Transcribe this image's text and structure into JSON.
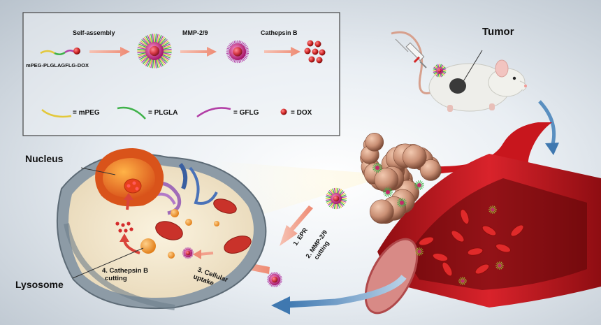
{
  "legend_box": {
    "steps": [
      "Self-assembly",
      "MMP-2/9",
      "Cathepsin B"
    ],
    "polymer_name": "mPEG-PLGLAGFLG-DOX",
    "key": [
      {
        "label": "= mPEG",
        "color": "#e3c83a"
      },
      {
        "label": "= PLGLA",
        "color": "#3fb24a"
      },
      {
        "label": "= GFLG",
        "color": "#b23fa6"
      },
      {
        "label": "= DOX",
        "color": "#d42a2a"
      }
    ]
  },
  "labels": {
    "tumor": "Tumor",
    "nucleus": "Nucleus",
    "lysosome": "Lysosome",
    "step1": "1. EPR",
    "step2_line1": "2. MMP-2/9",
    "step2_line2": "cutting",
    "step3_line1": "3. Cellular",
    "step3_line2": "uptake",
    "step4_line1": "4. Cathepsin B",
    "step4_line2": "cutting"
  },
  "colors": {
    "vessel": "#c8161d",
    "arrow_pink": "#f2a08c",
    "arrow_blue": "#5a8fc0"
  }
}
